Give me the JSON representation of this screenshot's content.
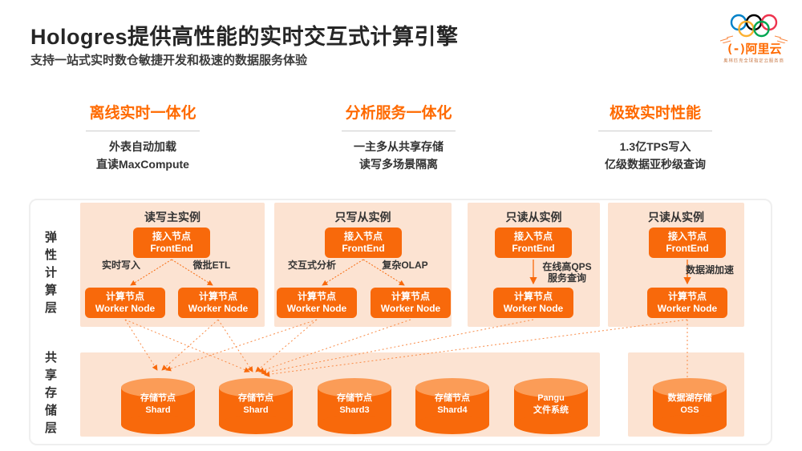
{
  "header": {
    "title": "Hologres提供高性能的实时交互式计算引擎",
    "subtitle": "支持一站式实时数仓敏捷开发和极速的数据服务体验"
  },
  "logo": {
    "mark": "(-)",
    "brand": "阿里云",
    "partner_text": "奥林匹克全球指定云服务商"
  },
  "features": [
    {
      "title": "离线实时一体化",
      "line1": "外表自动加载",
      "line2": "直读MaxCompute"
    },
    {
      "title": "分析服务一体化",
      "line1": "一主多从共享存储",
      "line2": "读写多场景隔离"
    },
    {
      "title": "极致实时性能",
      "line1": "1.3亿TPS写入",
      "line2": "亿级数据亚秒级查询"
    }
  ],
  "diagram": {
    "compute_layer_label": "弹性计算层",
    "storage_layer_label": "共享存储层",
    "instances": [
      {
        "title": "读写主实例",
        "frontend": {
          "l1": "接入节点",
          "l2": "FrontEnd"
        },
        "workers": [
          {
            "l1": "计算节点",
            "l2": "Worker Node"
          },
          {
            "l1": "计算节点",
            "l2": "Worker Node"
          }
        ],
        "labels": [
          "实时写入",
          "微批ETL"
        ]
      },
      {
        "title": "只写从实例",
        "frontend": {
          "l1": "接入节点",
          "l2": "FrontEnd"
        },
        "workers": [
          {
            "l1": "计算节点",
            "l2": "Worker Node"
          },
          {
            "l1": "计算节点",
            "l2": "Worker Node"
          }
        ],
        "labels": [
          "交互式分析",
          "复杂OLAP"
        ]
      },
      {
        "title": "只读从实例",
        "frontend": {
          "l1": "接入节点",
          "l2": "FrontEnd"
        },
        "workers": [
          {
            "l1": "计算节点",
            "l2": "Worker Node"
          }
        ],
        "labels": [
          "在线高QPS",
          "服务查询"
        ]
      },
      {
        "title": "只读从实例",
        "frontend": {
          "l1": "接入节点",
          "l2": "FrontEnd"
        },
        "workers": [
          {
            "l1": "计算节点",
            "l2": "Worker Node"
          }
        ],
        "labels": [
          "数据湖加速"
        ]
      }
    ],
    "storage": {
      "shards": [
        {
          "l1": "存储节点",
          "l2": "Shard"
        },
        {
          "l1": "存储节点",
          "l2": "Shard"
        },
        {
          "l1": "存储节点",
          "l2": "Shard3"
        },
        {
          "l1": "存储节点",
          "l2": "Shard4"
        },
        {
          "l1": "Pangu",
          "l2": "文件系统"
        }
      ],
      "oss": {
        "l1": "数据湖存储",
        "l2": "OSS"
      }
    }
  },
  "colors": {
    "accent": "#FF6A00",
    "panel_bg": "#FCE3D2",
    "node_bg": "#F8690B",
    "cylinder_top": "#FB9C57",
    "text_dark": "#333333"
  }
}
